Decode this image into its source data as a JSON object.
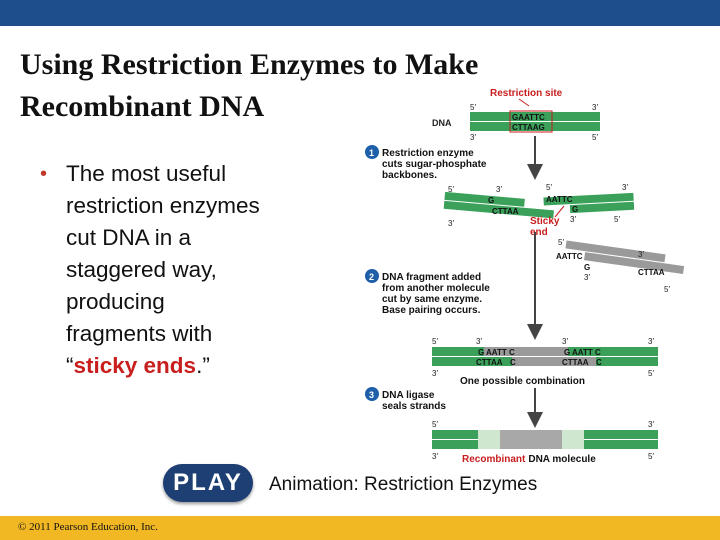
{
  "slide": {
    "title_line1": "Using Restriction Enzymes to Make",
    "title_line2": "Recombinant DNA",
    "bullet_lines": [
      "The most useful",
      "restriction enzymes",
      "cut DNA in a",
      "staggered way,",
      "producing",
      "fragments with"
    ],
    "bullet_last_open": "“",
    "bullet_last_emph": "sticky ends",
    "bullet_last_close": ".”",
    "play_label": "PLAY",
    "animation_label": "Animation: Restriction Enzymes",
    "copyright": "© 2011 Pearson Education, Inc."
  },
  "colors": {
    "top_bar": "#1f4e8c",
    "footer_bar": "#f2b824",
    "dna_green": "#3aa05a",
    "dna_gray": "#9a9a9a",
    "accent_red": "#c81e1e",
    "step_circle": "#1d5fa8"
  },
  "figure": {
    "restriction_site_label": "Restriction site",
    "dna_label": "DNA",
    "five_prime": "5′",
    "three_prime": "3′",
    "site_top": "GAATTC",
    "site_bottom": "CTTAAG",
    "step1_num": "1",
    "step1_line1": "Restriction enzyme",
    "step1_line2": "cuts sugar-phosphate",
    "step1_line3": "backbones.",
    "frag_left_top": "G",
    "frag_left_bottom": "CTTAA",
    "frag_right_top": "AATTC",
    "frag_right_bottom": "G",
    "sticky_line1": "Sticky",
    "sticky_line2": "end",
    "frag_added_top": "AATTC",
    "frag_added_bottom_left": "G",
    "frag_added_bottom_right": "CTTAA",
    "step2_num": "2",
    "step2_line1": "DNA fragment added",
    "step2_line2": "from another molecule",
    "step2_line3": "cut by same enzyme.",
    "step2_line4": "Base pairing occurs.",
    "combo_g1": "G",
    "combo_aattc1": "AATT C",
    "combo_cttaa1": "CTTAA",
    "combo_c1": "C",
    "combo_g2": "G",
    "combo_aattc2": "AATT C",
    "combo_cttaa2": "CTTAA",
    "combo_c2": "C",
    "one_possible": "One possible combination",
    "step3_num": "3",
    "step3_line1": "DNA ligase",
    "step3_line2": "seals strands",
    "recombinant_word": "Recombinant",
    "recombinant_rest": "DNA molecule"
  }
}
